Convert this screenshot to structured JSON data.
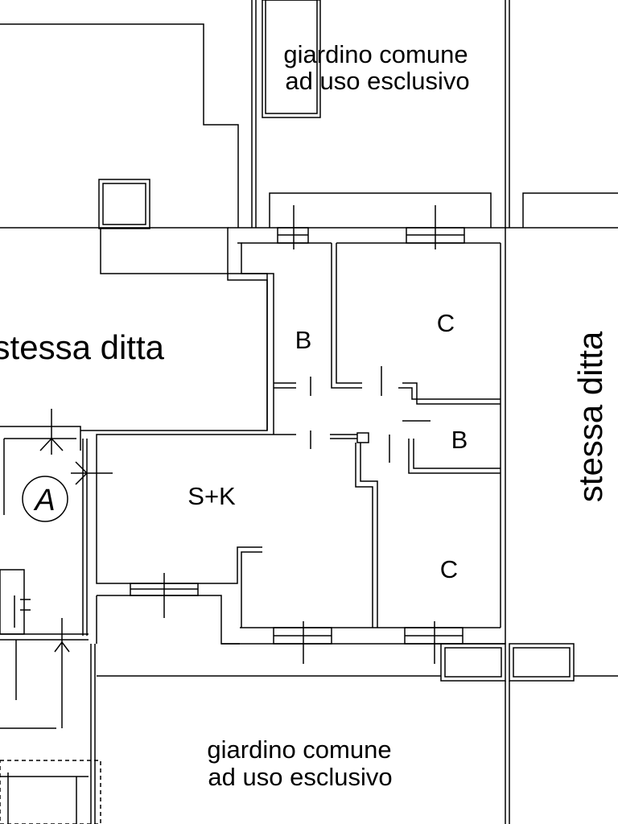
{
  "labels": {
    "garden_top_line1": "giardino comune",
    "garden_top_line2": "ad uso esclusivo",
    "garden_bottom_line1": "giardino comune",
    "garden_bottom_line2": "ad uso esclusivo",
    "neighbor_left": "stessa ditta",
    "neighbor_right": "stessa ditta",
    "room_bath_upper": "B",
    "room_bath_lower": "B",
    "room_bedroom_upper": "C",
    "room_bedroom_lower": "C",
    "room_living_kitchen": "S+K",
    "unit_marker": "A"
  },
  "colors": {
    "line": "#000000",
    "background": "#ffffff"
  }
}
